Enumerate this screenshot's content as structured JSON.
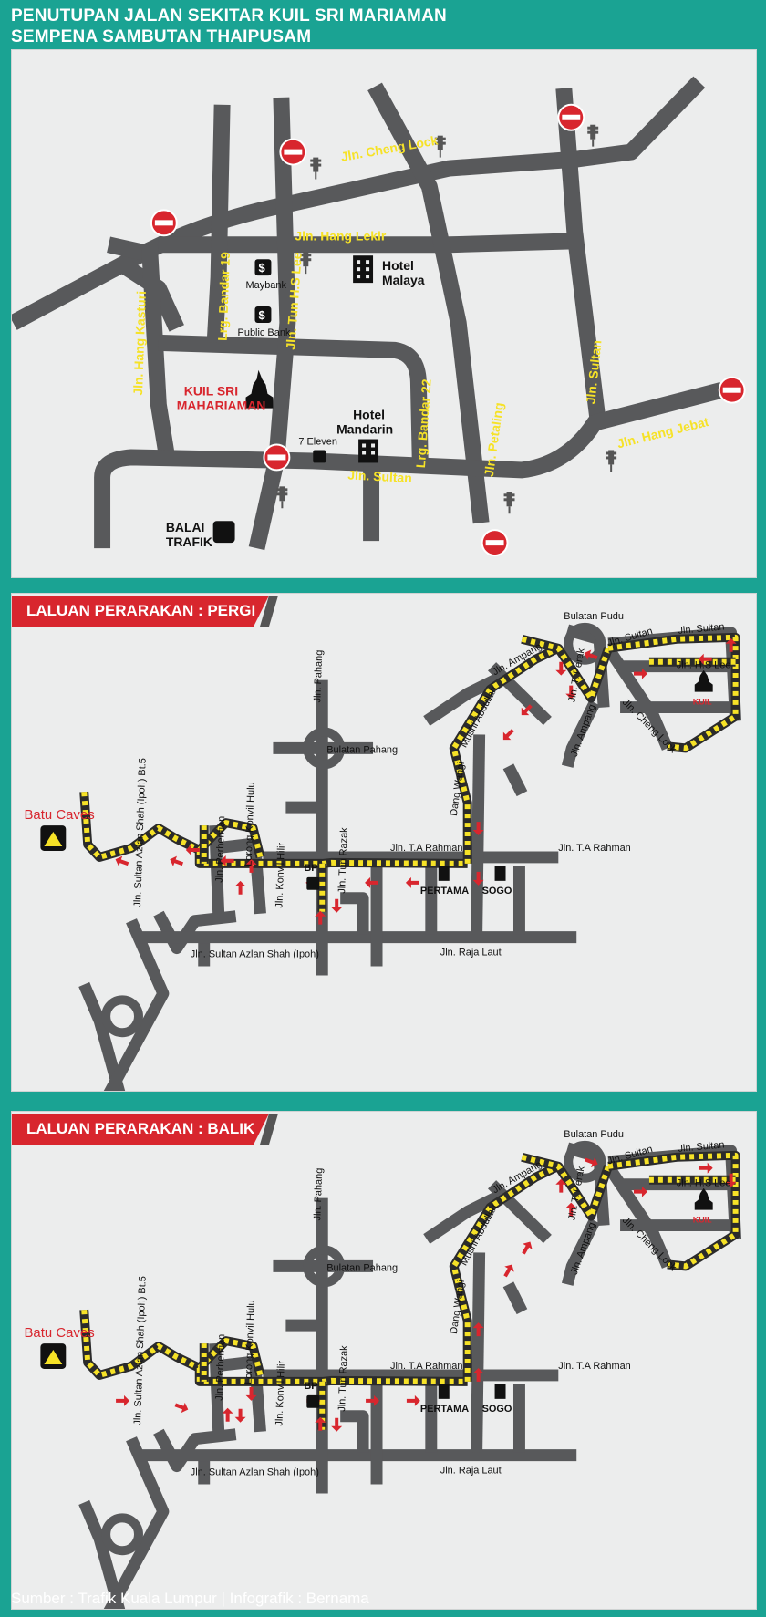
{
  "title": {
    "line1": "PENUTUPAN JALAN SEKITAR KUIL SRI MARIAMAN",
    "line2": "SEMPENA SAMBUTAN THAIPUSAM"
  },
  "map1": {
    "roads": {
      "cheng_lock": "Jln. Cheng Lock",
      "hang_lekir": "Jln. Hang Lekir",
      "hang_kasturi": "Jln. Hang Kasturi",
      "bandar19": "Lrg. Bandar 19",
      "tun_hs_lee": "Jln. Tun H.S Lee",
      "bandar22": "Lrg. Bandar 22",
      "petaling": "Jln. Petaling",
      "sultan_v": "Jln. Sultan",
      "hang_jebat": "Jln. Hang Jebat",
      "sultan_h": "Jln. Sultan"
    },
    "places": {
      "maybank": "Maybank",
      "public_bank": "Public Bank",
      "hotel_malaya_1": "Hotel",
      "hotel_malaya_2": "Malaya",
      "kuil_1": "KUIL SRI",
      "kuil_2": "MAHARIAMAN",
      "hotel_mandarin_1": "Hotel",
      "hotel_mandarin_2": "Mandarin",
      "seven_eleven": "7 Eleven",
      "balai_1": "BALAI",
      "balai_2": "TRAFIK"
    },
    "colors": {
      "road": "#58595b",
      "label": "#f6e227",
      "closure": "#d8262e",
      "temple_label": "#d8262e"
    }
  },
  "route_pergi": {
    "header": "LALUAN PERARAKAN : PERGI",
    "labels": {
      "bulatan_pudu": "Bulatan Pudu",
      "sultan_1": "Jln. Sultan",
      "sultan_2": "Jln. Sultan",
      "hs_lee": "Jln. H.S Lee",
      "t_perak": "Jln. T. Perak",
      "ampang_1": "Jln. Ampang",
      "ampang_2": "Jln. Ampang",
      "cheng_lock": "Jln. Cheng Lock",
      "kuil": "KUIL",
      "mushi": "Mushi Abdullah",
      "dang_wangi": "Dang Wangi",
      "pahang": "Jln. Pahang",
      "bulatan_pahang": "Bulatan Pahang",
      "ta_rahman_1": "Jln. T.A Rahman",
      "ta_rahman_2": "Jln. T.A Rahman",
      "tun_razak": "Jln. Tun Razak",
      "bp": "BP",
      "pertama": "PERTAMA",
      "sogo": "SOGO",
      "raja_laut": "Jln. Raja Laut",
      "azlan_h": "Jln. Sultan Azlan Shah (Ipoh)",
      "azlan_v": "Jln. Sultan Azlan Shah (Ipoh) Bt.5",
      "perhentian": "Jln. Perhentian",
      "konvil_hulu": "Lorong Konvil Hulu",
      "konvil_hilir": "Jln. Konvil Hilir",
      "batu_caves": "Batu Caves"
    }
  },
  "route_balik": {
    "header": "LALUAN PERARAKAN : BALIK",
    "labels": {
      "bulatan_pudu": "Bulatan Pudu",
      "sultan_1": "Jln. Sultan",
      "sultan_2": "Jln. Sultan",
      "hs_lee": "Jln. H.S Lee",
      "t_perak": "Jln. T. Perak",
      "ampang_1": "Jln. Ampang",
      "ampang_2": "Jln. Ampang",
      "cheng_lock": "Jln. Cheng Lock",
      "kuil": "KUIL",
      "mushi": "Mushi Abdullah",
      "dang_wangi": "Dang Wangi",
      "pahang": "Jln. Pahang",
      "bulatan_pahang": "Bulatan Pahang",
      "ta_rahman_1": "Jln. T.A Rahman",
      "ta_rahman_2": "Jln. T.A Rahman",
      "tun_razak": "Jln. Tun Razak",
      "bp": "BP",
      "pertama": "PERTAMA",
      "sogo": "SOGO",
      "raja_laut": "Jln. Raja Laut",
      "azlan_h": "Jln. Sultan Azlan Shah (Ipoh)",
      "azlan_v": "Jln. Sultan Azlan Shah (Ipoh) Bt.5",
      "perhentian": "Jln. Perhentian",
      "konvil_hulu": "Lorong Konvil Hulu",
      "konvil_hilir": "Jln. Konvil Hilir",
      "batu_caves": "Batu Caves"
    }
  },
  "footer": {
    "text": "Sumber : Trafik Kuala Lumpur  |  Infografik : Bernama"
  }
}
